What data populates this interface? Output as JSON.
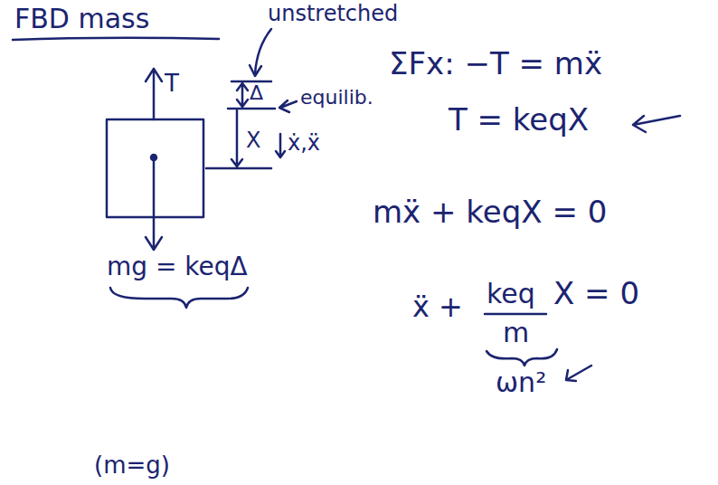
{
  "diagram": {
    "title": "FBD mass",
    "labels": [
      "unstretched",
      "equilib.",
      "T",
      "Δ",
      "X",
      "ẋ,ẍ",
      "mg = keqΔ",
      "ΣFx: −T = mẍ",
      "T = keqX",
      "mẍ + keqX = 0",
      "ẍ +",
      "keq",
      "X = 0",
      "m",
      "ωn²",
      "(m=g)"
    ]
  }
}
